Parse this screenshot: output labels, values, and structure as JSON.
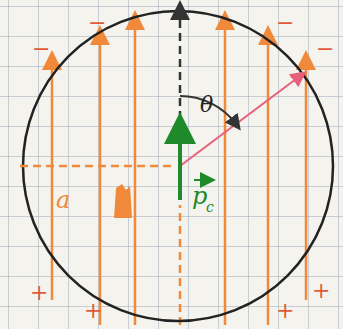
{
  "diagram": {
    "labels": [
      "θ",
      "a",
      "p",
      "c",
      "−",
      "−",
      "−",
      "−",
      "+",
      "+",
      "+",
      "+"
    ]
  }
}
